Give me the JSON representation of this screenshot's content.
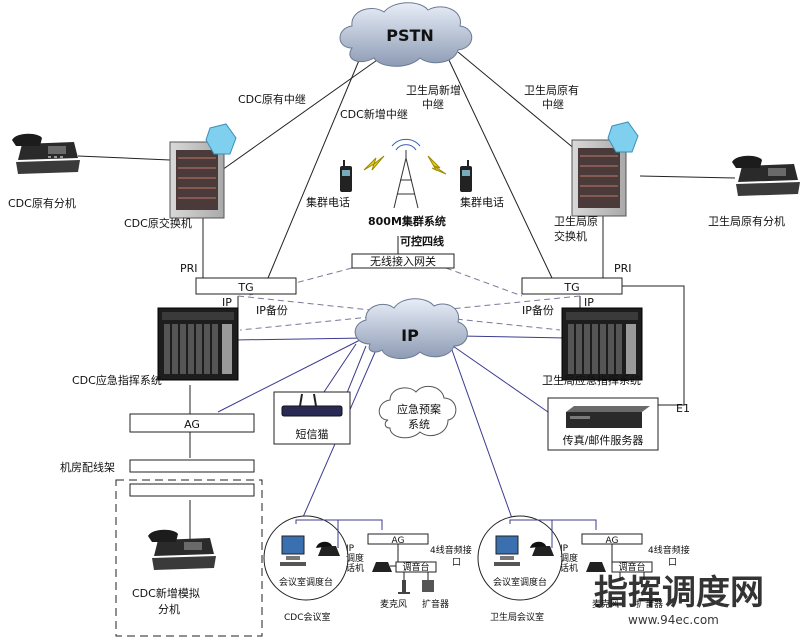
{
  "nodes": {
    "pstn": "PSTN",
    "ip": "IP",
    "cdc_phone": "CDC原有分机",
    "cdc_switch": "CDC原交换机",
    "cdc_old_trunk": "CDC原有中继",
    "cdc_new_trunk": "CDC新增中继",
    "health_new_trunk_1": "卫生局新增",
    "health_new_trunk_2": "中继",
    "health_old_trunk_1": "卫生局原有",
    "health_old_trunk_2": "中继",
    "health_switch_1": "卫生局原",
    "health_switch_2": "交换机",
    "health_phone": "卫生局原有分机",
    "trunk_phone_left": "集群电话",
    "trunk_phone_right": "集群电话",
    "trunk_system": "800M集群系统",
    "four_wire": "可控四线",
    "wireless_gw": "无线接入网关",
    "pri_left": "PRI",
    "pri_right": "PRI",
    "tg_left": "TG",
    "tg_right": "TG",
    "ip_left": "IP",
    "ip_right": "IP",
    "ip_backup_left": "IP备份",
    "ip_backup_right": "IP备份",
    "cdc_ecs": "CDC应急指挥系统",
    "health_ecs": "卫生局应急指挥系统",
    "ag_main": "AG",
    "mdf": "机房配线架",
    "sms_modem": "短信猫",
    "plan_system_1": "应急预案",
    "plan_system_2": "系统",
    "e1": "E1",
    "fax_mail_server": "传真/邮件服务器",
    "cdc_new_phone_1": "CDC新增模拟",
    "cdc_new_phone_2": "分机"
  },
  "meeting_rooms": [
    {
      "console": "会议室调度台",
      "dispatch_phone_1": "IP",
      "dispatch_phone_2": "调度",
      "dispatch_phone_3": "话机",
      "ag": "AG",
      "audio_1": "4线音频接",
      "audio_2": "口",
      "dispatch_desk": "调音台",
      "mic": "麦克风",
      "speaker": "扩音器",
      "room_name": "CDC会议室"
    },
    {
      "console": "会议室调度台",
      "dispatch_phone_1": "IP",
      "dispatch_phone_2": "调度",
      "dispatch_phone_3": "话机",
      "ag": "AG",
      "audio_1": "4线音频接",
      "audio_2": "口",
      "dispatch_desk": "调音台",
      "mic": "麦克风",
      "speaker": "扩音器",
      "room_name": "卫生局会议室"
    }
  ],
  "watermark": {
    "main": "指挥调度网",
    "url": "www.94ec.com"
  },
  "colors": {
    "line": "#222222",
    "ip_links": "#3b3b8f",
    "dashed": "#7a7a9a",
    "room_label": "#1e3aa8",
    "watermark": "#b8bec6"
  }
}
